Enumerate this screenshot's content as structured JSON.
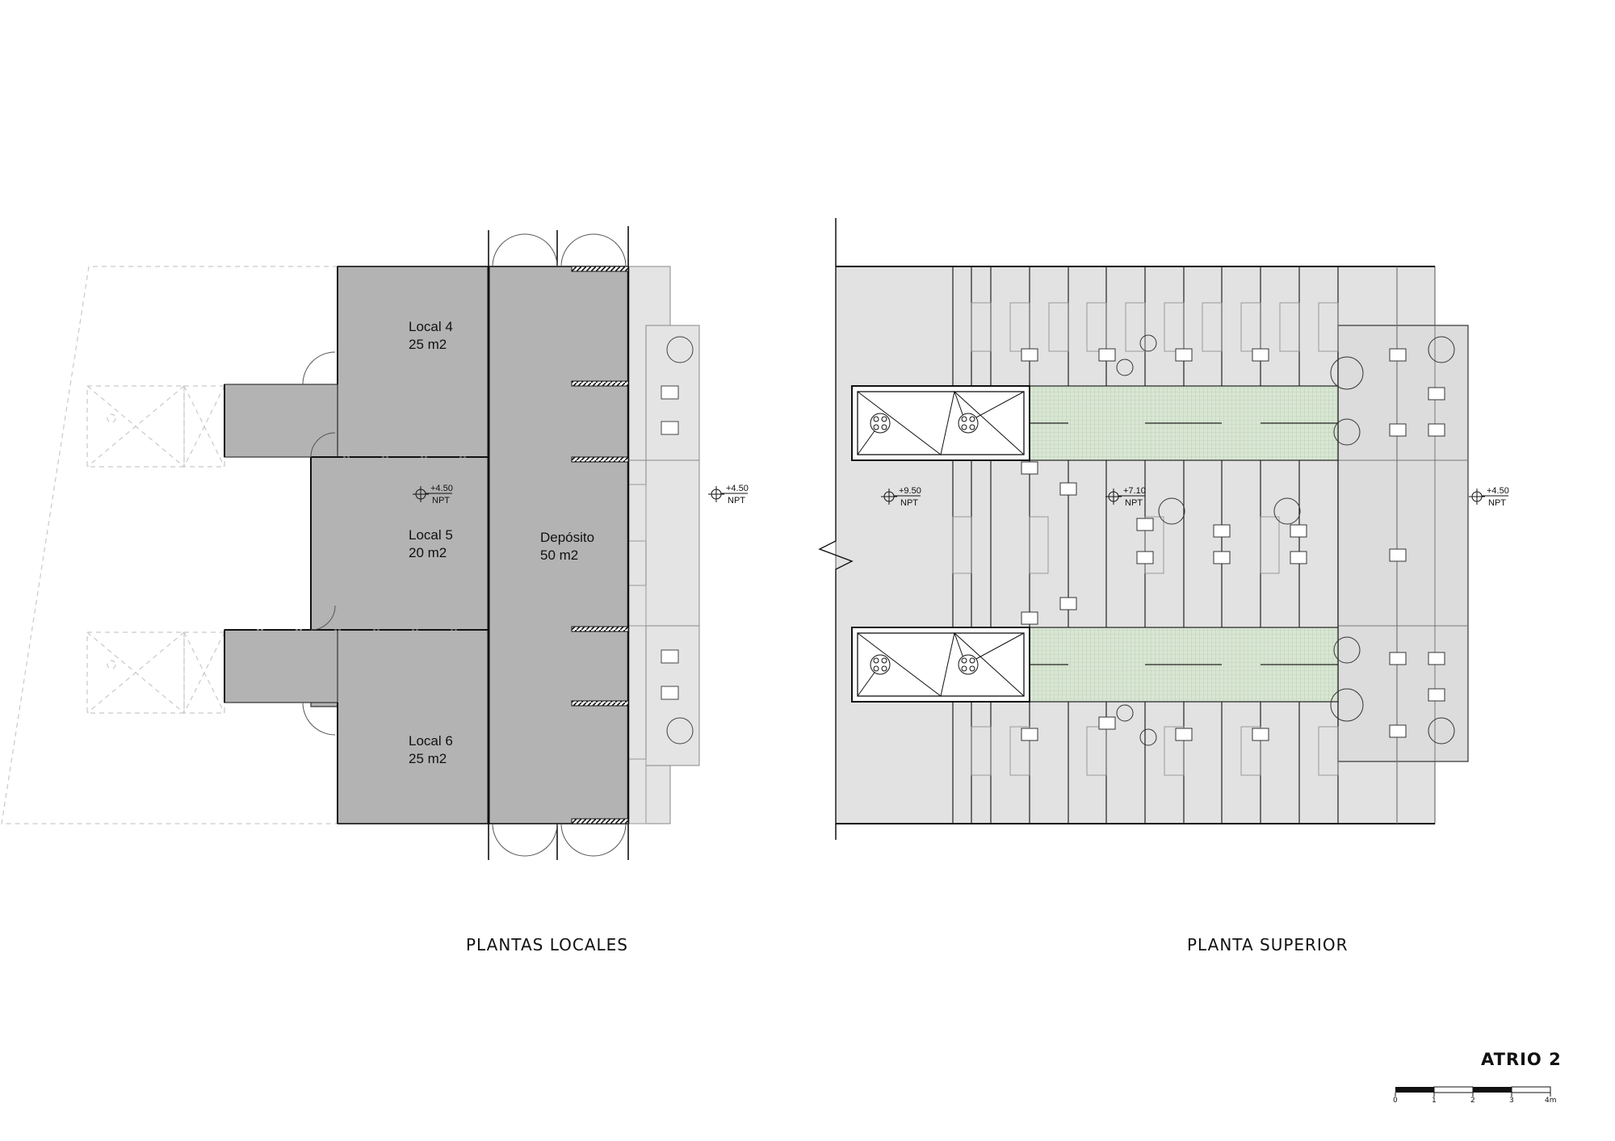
{
  "plans": {
    "left": {
      "title": "PLANTAS LOCALES",
      "rooms": [
        {
          "name": "Local 4",
          "area": "25 m2"
        },
        {
          "name": "Local 5",
          "area": "20 m2"
        },
        {
          "name": "Local 6",
          "area": "25 m2"
        },
        {
          "name": "Depósito",
          "area": "50 m2"
        }
      ],
      "levels": [
        {
          "value": "+4.50",
          "ref": "NPT"
        },
        {
          "value": "+4.50",
          "ref": "NPT"
        }
      ]
    },
    "right": {
      "title": "PLANTA SUPERIOR",
      "levels": [
        {
          "value": "+9.50",
          "ref": "NPT"
        },
        {
          "value": "+7.10",
          "ref": "NPT"
        },
        {
          "value": "+4.50",
          "ref": "NPT"
        }
      ]
    }
  },
  "sheet_title": "ATRIO 2",
  "scale_bar": {
    "ticks": [
      "0",
      "1",
      "2",
      "3",
      "4m"
    ]
  },
  "colors": {
    "room_fill": "#b3b3b3",
    "floor_fill": "#dedede",
    "green_mesh": "#d9e6d4"
  }
}
